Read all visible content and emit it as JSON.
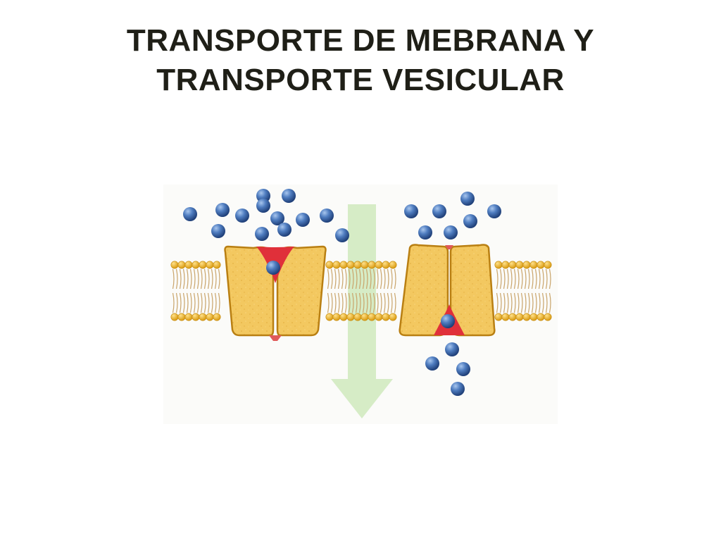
{
  "title": {
    "line1": "TRANSPORTE DE MEBRANA Y",
    "line2": "TRANSPORTE VESICULAR"
  },
  "colors": {
    "title": "#1f1f17",
    "membrane_head": "#f2b31d",
    "membrane_tail": "#c9a46a",
    "protein_fill": "#f2c75a",
    "protein_stroke": "#b97f12",
    "channel_red": "#e0303a",
    "molecule": "#4a76b8",
    "gradient_arrow": "#c9e7b4"
  },
  "diagram": {
    "elements": [
      "concentration-gradient-arrow",
      "phospholipid-bilayer",
      "carrier-protein-open-outside",
      "carrier-protein-open-inside",
      "solute-molecules"
    ]
  }
}
